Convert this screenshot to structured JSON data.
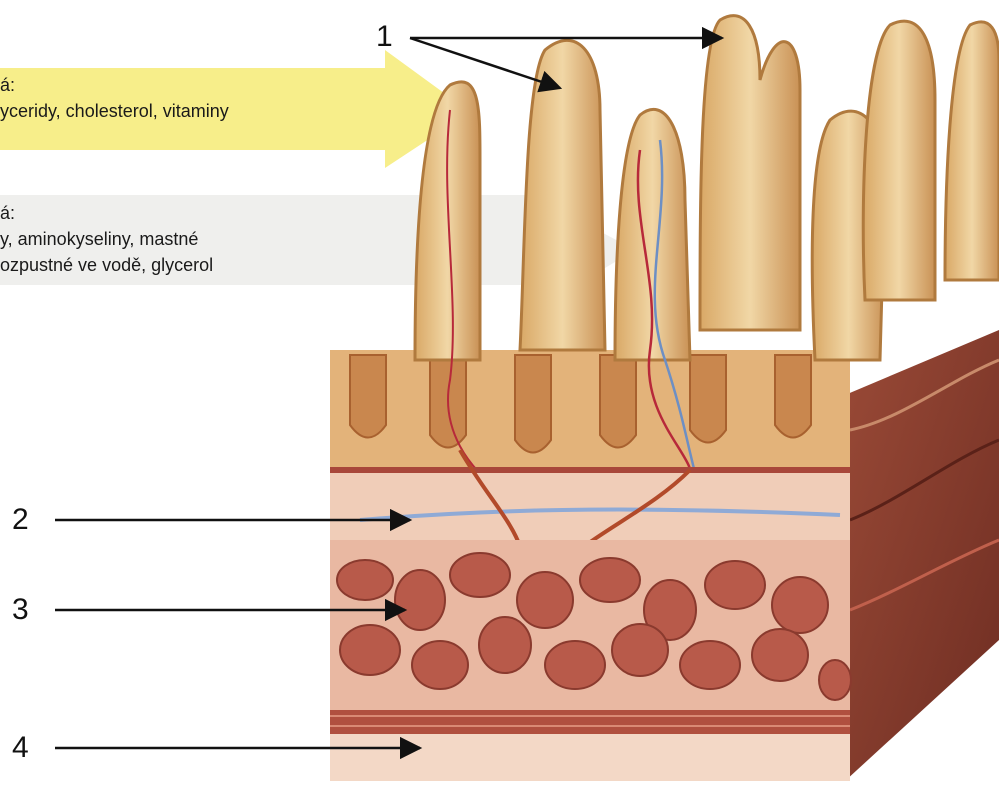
{
  "callouts": {
    "top": {
      "line1": "á:",
      "line2": "yceridy, cholesterol, vitaminy"
    },
    "bottom": {
      "line1": "á:",
      "line2": "y, aminokyseliny, mastné",
      "line3": "ozpustné ve vodě, glycerol"
    }
  },
  "labels": {
    "villi": "1",
    "submucosa": "2",
    "muscularis": "3",
    "serosa": "4"
  },
  "colors": {
    "callout_top": "#f7ee8a",
    "callout_bottom": "#f2f2f0",
    "villus": "#e9c48b",
    "muscle": "#b85a4a",
    "submucosa": "#f0cdb8"
  }
}
